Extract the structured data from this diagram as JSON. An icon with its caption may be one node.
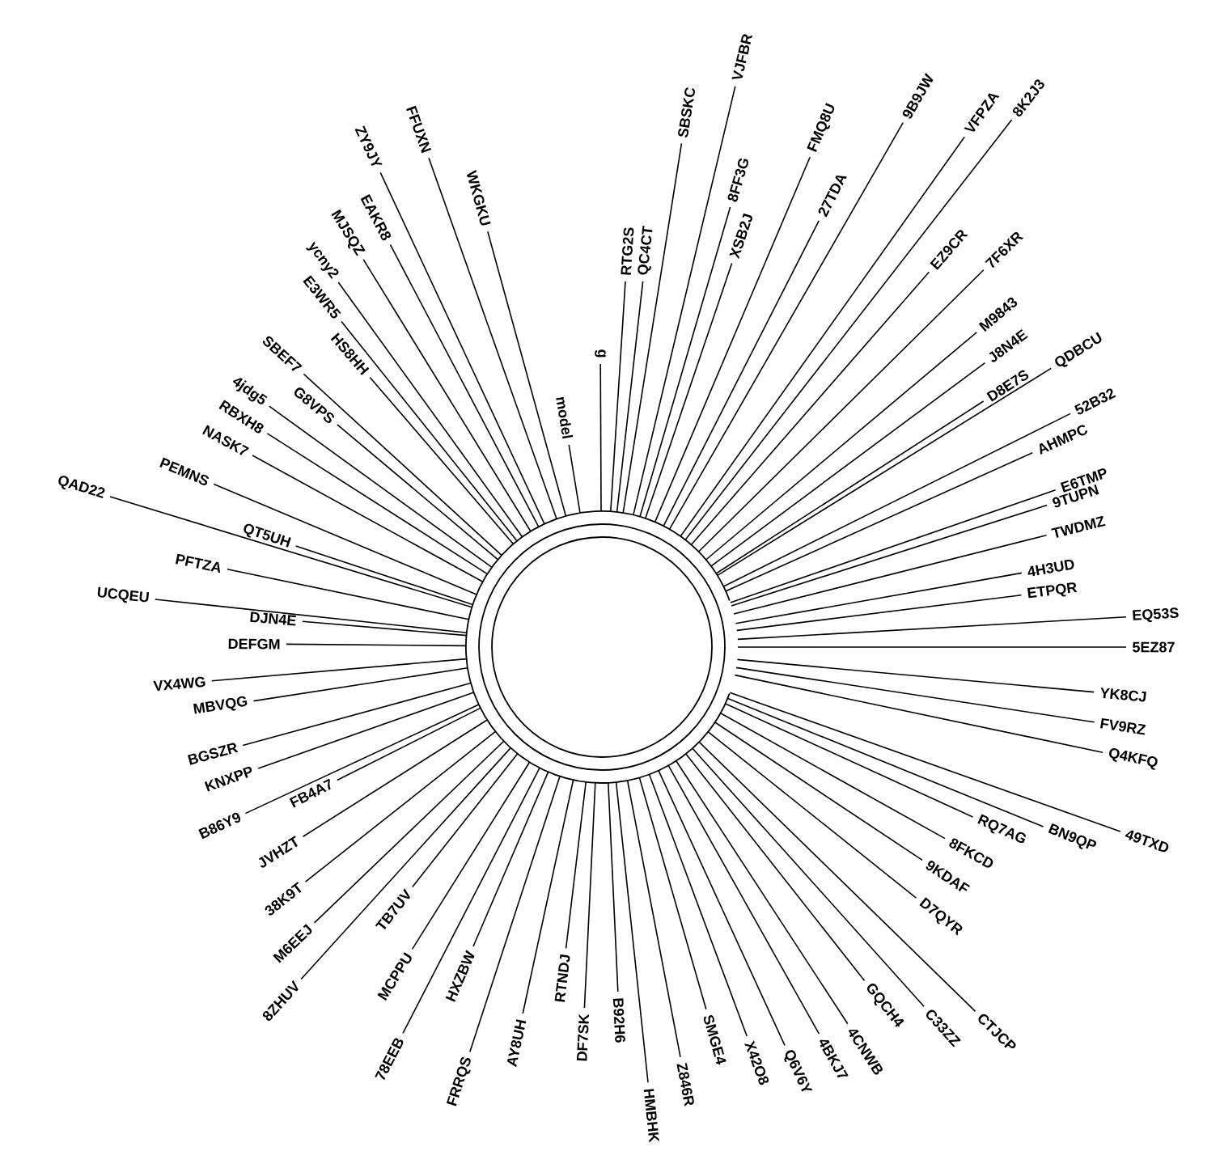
{
  "diagram": {
    "labels": [
      "QAD22",
      "PEMNS",
      "NASK7",
      "RBXH8",
      "4jdg5",
      "G8VPS",
      "SBEF7",
      "HS8HH",
      "E3WR5",
      "ycny2",
      "MJSQZ",
      "EAKR8",
      "ZY9JY",
      "FFUXN",
      "WKGKU",
      "model",
      "g",
      "RTG2S",
      "QC4CT",
      "SBSKC",
      "VJFBR",
      "8FF3G",
      "XSB2J",
      "27TDA",
      "FMQ8U",
      "9B9JW",
      "VFPZA",
      "8K2J3",
      "EZ9CR",
      "7F6XR",
      "M9843",
      "J8N4E",
      "D8E7S",
      "QDBCU",
      "52B32",
      "AHMPC",
      "E6TMP",
      "9TUPN",
      "TWDMZ",
      "4H3UD",
      "ETPQR",
      "EQ53S",
      "5EZ87",
      "YK8CJ",
      "FV9RZ",
      "Q4KFQ",
      "49TXD",
      "BN9QP",
      "RQ7AG",
      "8FKCD",
      "9KDAF",
      "D7QYR",
      "CTJCP",
      "C33ZZ",
      "GQCH4",
      "4CNWB",
      "4BKJ7",
      "Q6V6Y",
      "X42O8",
      "SMGE4",
      "Z846R",
      "HMBHK",
      "B92H6",
      "DF7SK",
      "RTNDJ",
      "AY8UH",
      "FRRQS",
      "HXZBW",
      "78EEB",
      "MCPPU",
      "TB7UV",
      "8ZHUV",
      "M6EEJ",
      "38K9T",
      "JVHZT",
      "FB4A7",
      "B86Y9",
      "KNXPP",
      "BGSZR",
      "MBVQG",
      "VX4WG",
      "DEFGM",
      "DJN4E",
      "UCQEU",
      "PFTZA",
      "QT5UH"
    ]
  }
}
